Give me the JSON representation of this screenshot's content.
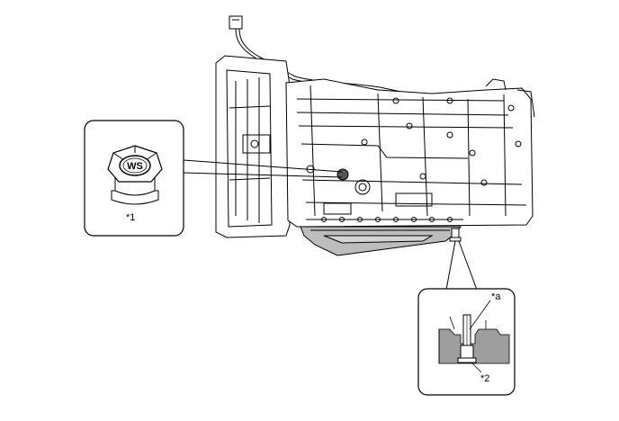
{
  "callouts": {
    "fill_plug_label": "*1",
    "drain_plug_label": "*2",
    "overflow_tube_label": "*a",
    "plug_marking": "WS"
  },
  "colors": {
    "line": "#000000",
    "pan_fill": "#bdbdbd",
    "fluid_fill": "#9e9e9e",
    "highlight": "#555555",
    "background": "#ffffff"
  }
}
